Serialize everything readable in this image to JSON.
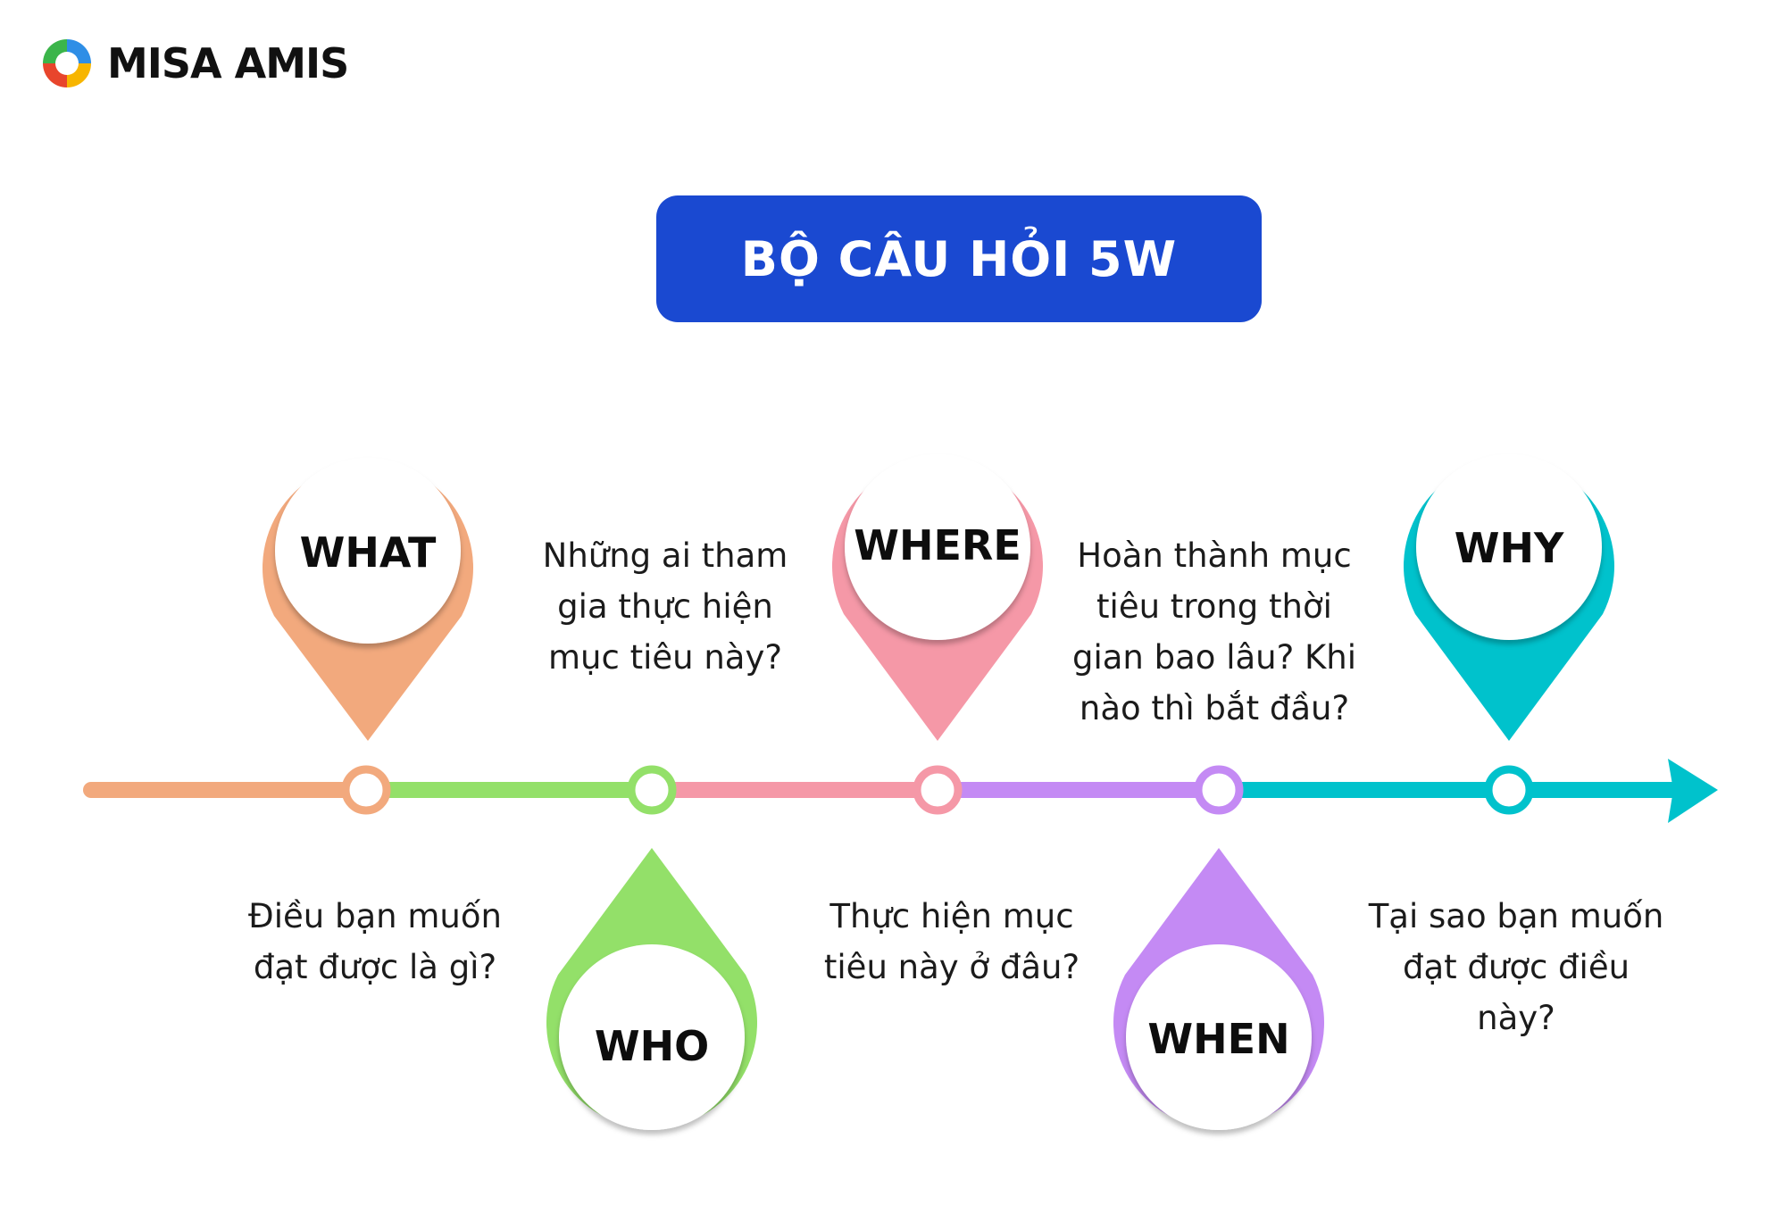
{
  "brand": {
    "name": "MISA AMIS"
  },
  "title": "BỘ CÂU HỎI 5W",
  "colors": {
    "what": "#f2a97d",
    "who": "#93e069",
    "where": "#f598a7",
    "when": "#c48af4",
    "why": "#00c2cc",
    "title_bg": "#1a49d1"
  },
  "items": [
    {
      "key": "what",
      "label": "WHAT",
      "description": "Điều bạn muốn\nđạt được là gì?"
    },
    {
      "key": "who",
      "label": "WHO",
      "description": "Những ai tham\ngia thực hiện\nmục tiêu này?"
    },
    {
      "key": "where",
      "label": "WHERE",
      "description": "Thực hiện mục\ntiêu này ở đâu?"
    },
    {
      "key": "when",
      "label": "WHEN",
      "description": "Hoàn thành mục\ntiêu trong thời\ngian bao lâu? Khi\nnào thì bắt đầu?"
    },
    {
      "key": "why",
      "label": "WHY",
      "description": "Tại sao bạn muốn\nđạt được điều\nnày?"
    }
  ]
}
